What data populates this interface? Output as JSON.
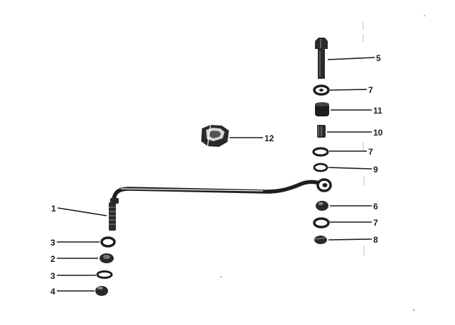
{
  "diagram": {
    "type": "exploded-parts-view",
    "callouts": {
      "c1": "1",
      "c3a": "3",
      "c2": "2",
      "c3b": "3",
      "c4": "4",
      "c5": "5",
      "c7a": "7",
      "c11": "11",
      "c10": "10",
      "c7b": "7",
      "c9": "9",
      "c6": "6",
      "c7c": "7",
      "c8": "8",
      "c12": "12"
    },
    "icons": [
      "steering-link-rod",
      "bolt",
      "washer",
      "bushing",
      "spacer",
      "nut",
      "hex-nut"
    ]
  }
}
